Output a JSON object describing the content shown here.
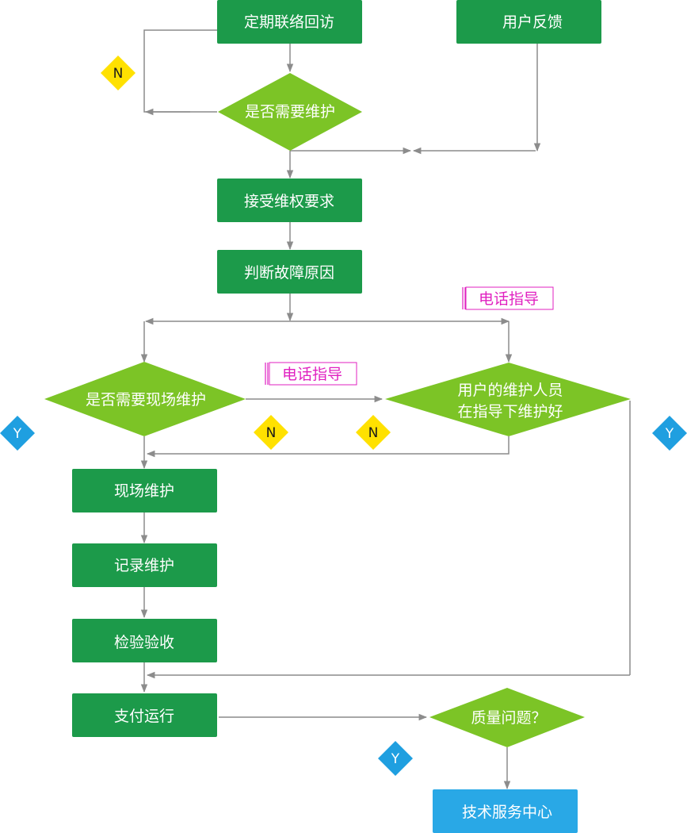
{
  "colors": {
    "process": "#1c9a4a",
    "decision": "#7cc426",
    "service": "#29a8e6",
    "line": "#8c8c8c",
    "badge_n": "#ffe100",
    "badge_y": "#1f9fe0",
    "tag": "#e020c0"
  },
  "nodes": {
    "regular_visit": "定期联络回访",
    "user_feedback": "用户反馈",
    "need_maintenance": "是否需要维护",
    "accept_claim": "接受维权要求",
    "diagnose": "判断故障原因",
    "need_onsite": "是否需要现场维护",
    "user_self_line1": "用户的维护人员",
    "user_self_line2": "在指导下维护好",
    "onsite_maintenance": "现场维护",
    "record_maintenance": "记录维护",
    "inspection": "检验验收",
    "payment_operation": "支付运行",
    "quality_question": "质量问题？",
    "tech_service": "技术服务中心"
  },
  "tags": {
    "phone_guidance_top": "电话指导",
    "phone_guidance_mid": "电话指导"
  },
  "badges": {
    "n_top": "N",
    "n_mid_left": "N",
    "n_mid_right": "N",
    "y_left": "Y",
    "y_right": "Y",
    "y_bottom": "Y"
  }
}
